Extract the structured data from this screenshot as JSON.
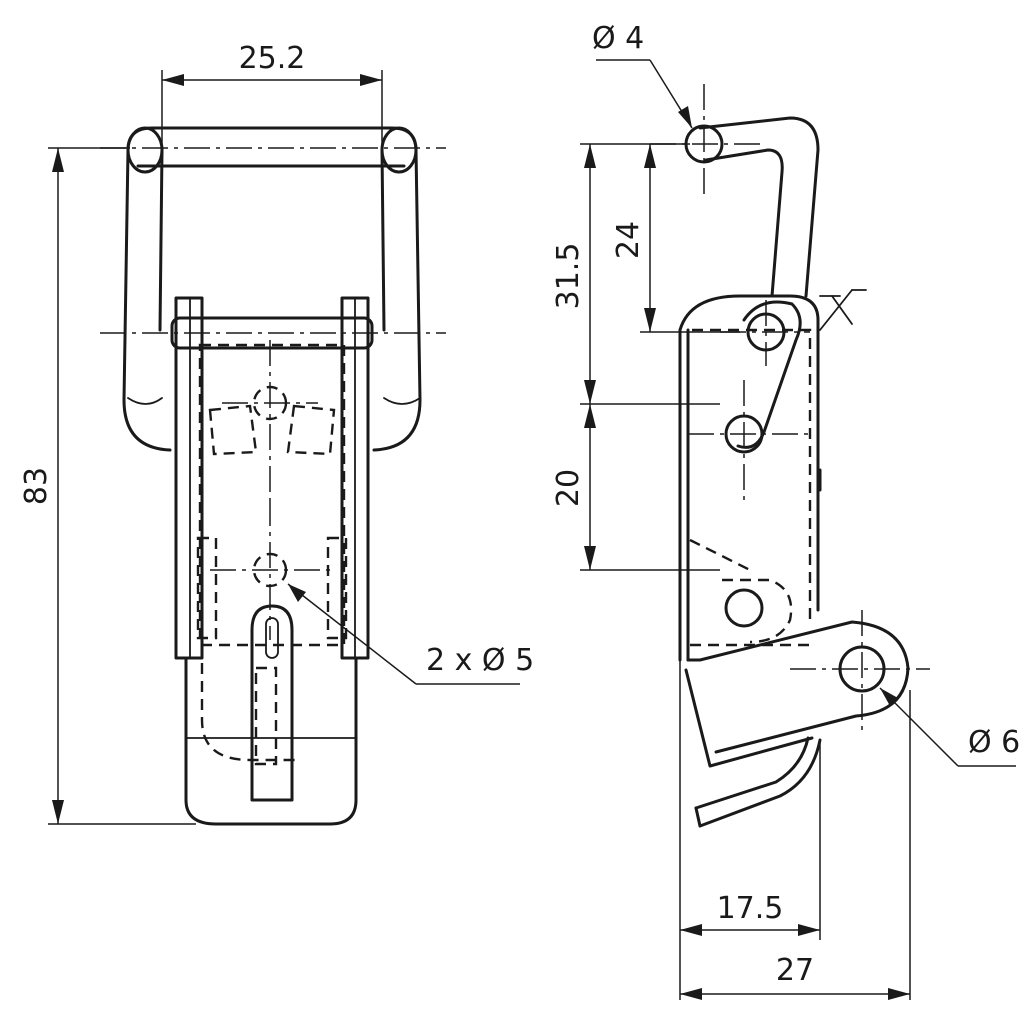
{
  "drawing": {
    "views": [
      "front-view",
      "side-view"
    ],
    "dimensions": {
      "front_width": "25.2",
      "front_height": "83",
      "hook_hole_dia": "Ø 4",
      "hook_height_outer": "31.5",
      "hook_height_inner": "24",
      "hole_spacing": "20",
      "mount_hole_dia": "2 x Ø 5",
      "pivot_hole_dia": "Ø 6",
      "side_depth_inner": "17.5",
      "side_depth_outer": "27"
    }
  }
}
